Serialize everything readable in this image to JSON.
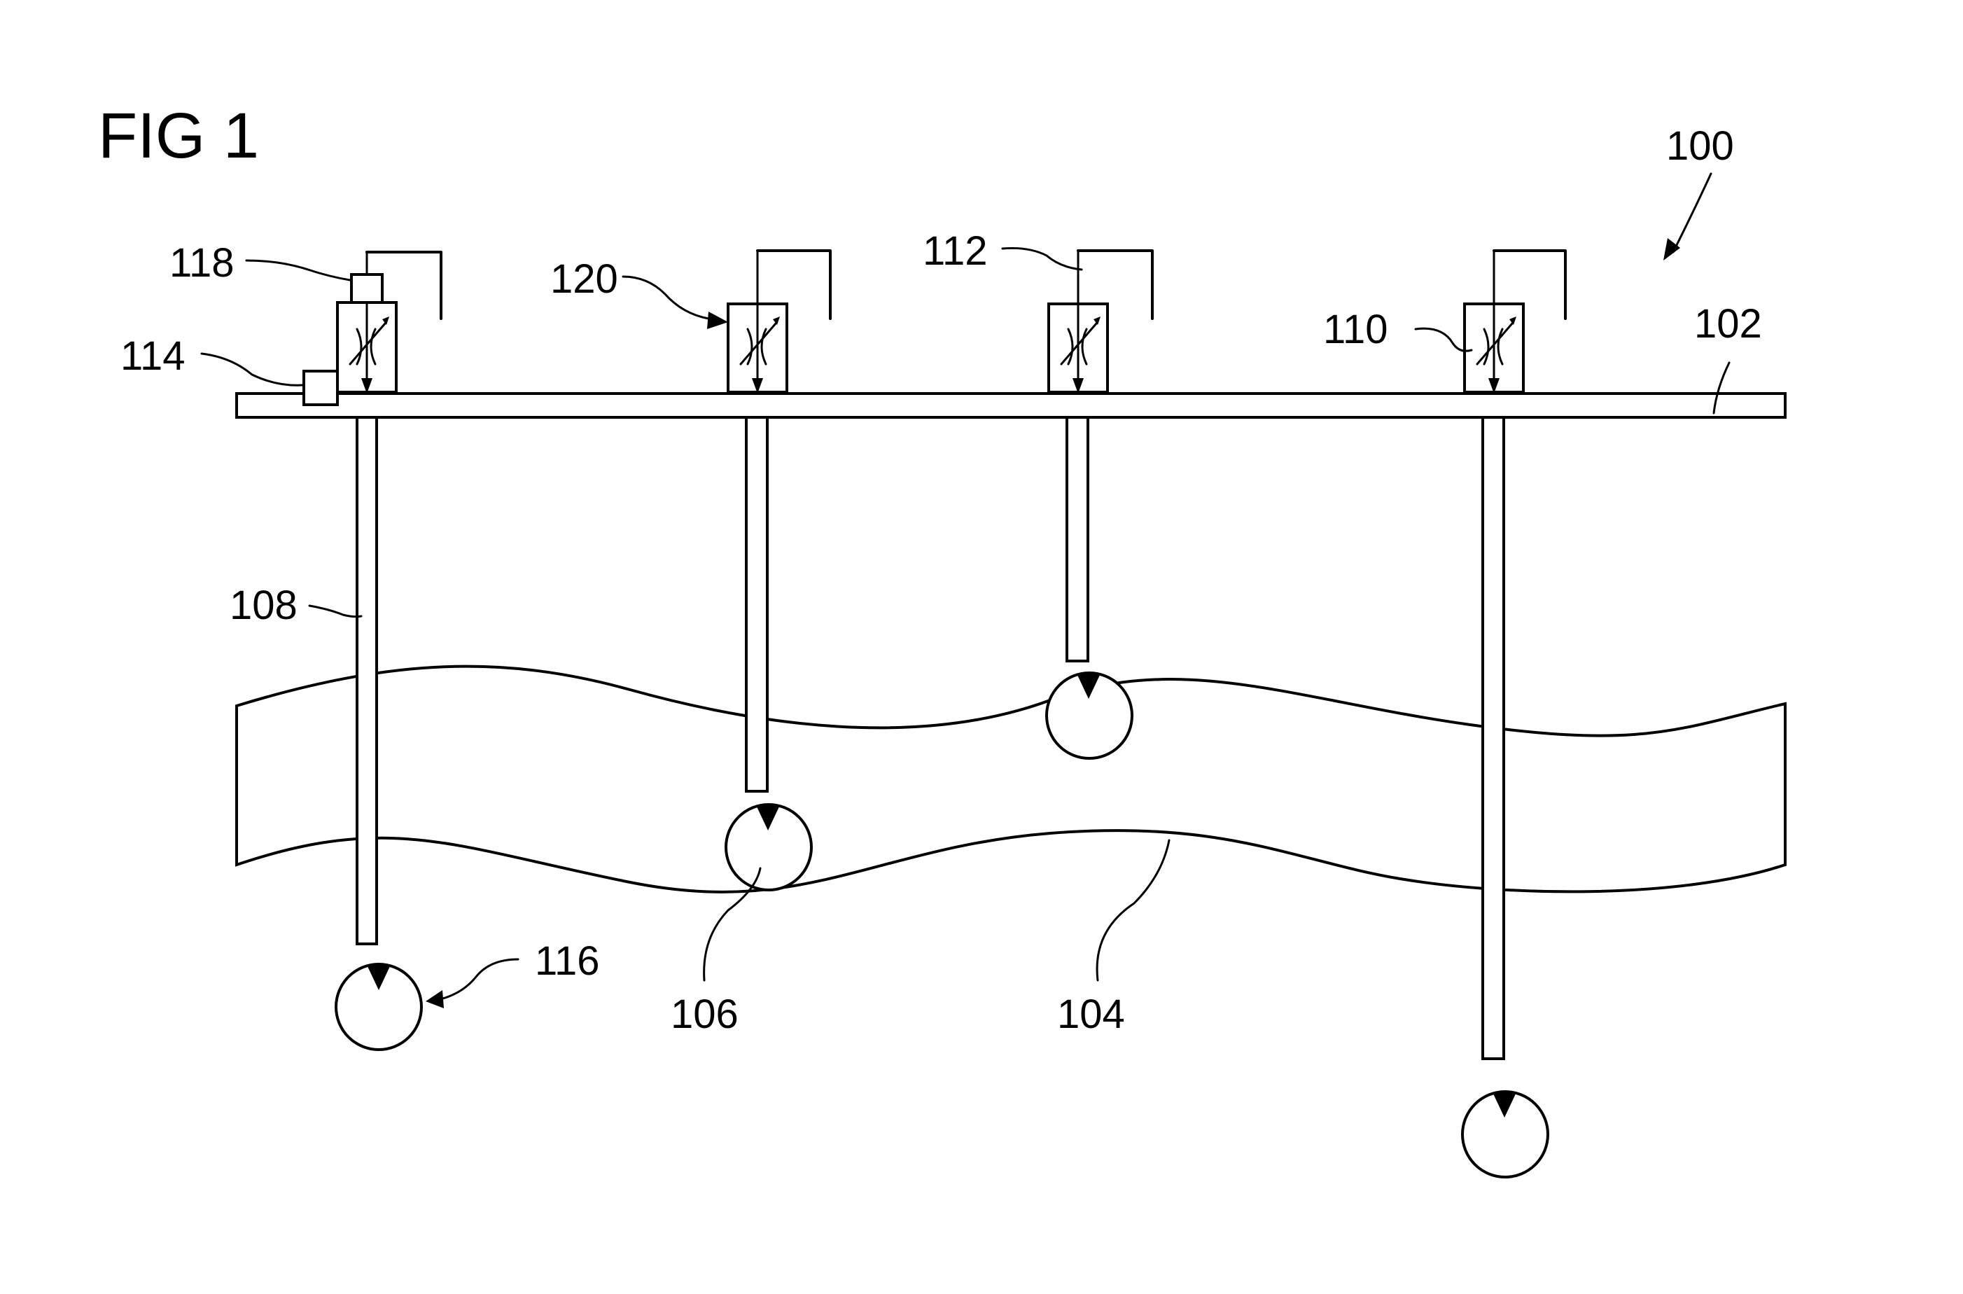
{
  "figure": {
    "title": "FIG 1",
    "labels": {
      "r100": "100",
      "r102": "102",
      "r104": "104",
      "r106": "106",
      "r108": "108",
      "r110": "110",
      "r112": "112",
      "r114": "114",
      "r116": "116",
      "r118": "118",
      "r120": "120"
    }
  }
}
